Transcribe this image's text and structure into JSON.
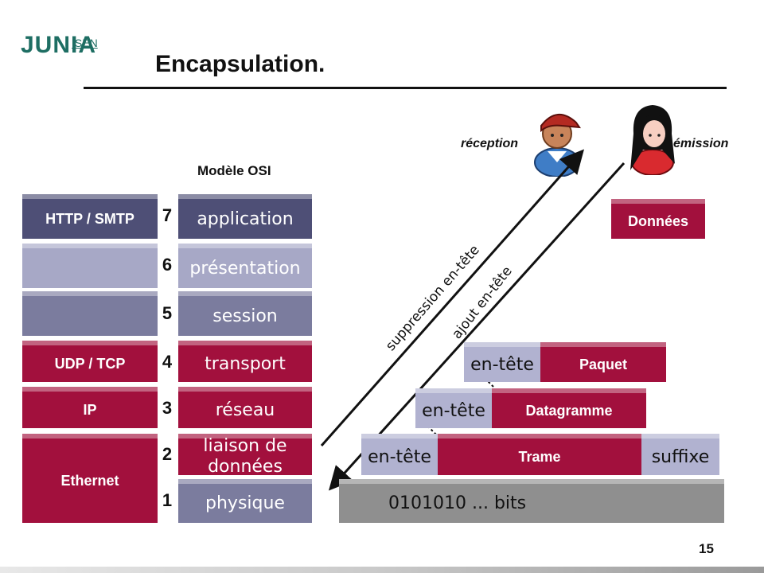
{
  "logo": {
    "brand": "JUNIA",
    "sub": "ISEN"
  },
  "title": "Encapsulation.",
  "osi_header": "Modèle OSI",
  "protocols": {
    "l7": "HTTP / SMTP",
    "l4": "UDP / TCP",
    "l3": "IP",
    "l1_2": "Ethernet"
  },
  "layers": [
    {
      "num": "7",
      "name": "application"
    },
    {
      "num": "6",
      "name": "présentation"
    },
    {
      "num": "5",
      "name": "session"
    },
    {
      "num": "4",
      "name": "transport"
    },
    {
      "num": "3",
      "name": "réseau"
    },
    {
      "num": "2",
      "name": "liaison de données"
    },
    {
      "num": "1",
      "name": "physique"
    }
  ],
  "actors": {
    "reception": "réception",
    "emission": "émission"
  },
  "arrows": {
    "remove": "suppression en-tête",
    "add": "ajout en-tête"
  },
  "encap": {
    "donnees": "Données",
    "header": "en-tête",
    "paquet": "Paquet",
    "datagramme": "Datagramme",
    "trame": "Trame",
    "suffixe": "suffixe",
    "bits": "0101010 ...  bits"
  },
  "page_number": "15",
  "colors": {
    "brand": "#1e6e63",
    "dark_layer": "#4e4f76",
    "light_layer": "#a7a8c6",
    "red_layer": "#a2103d",
    "physical": "#8f8f8f"
  }
}
